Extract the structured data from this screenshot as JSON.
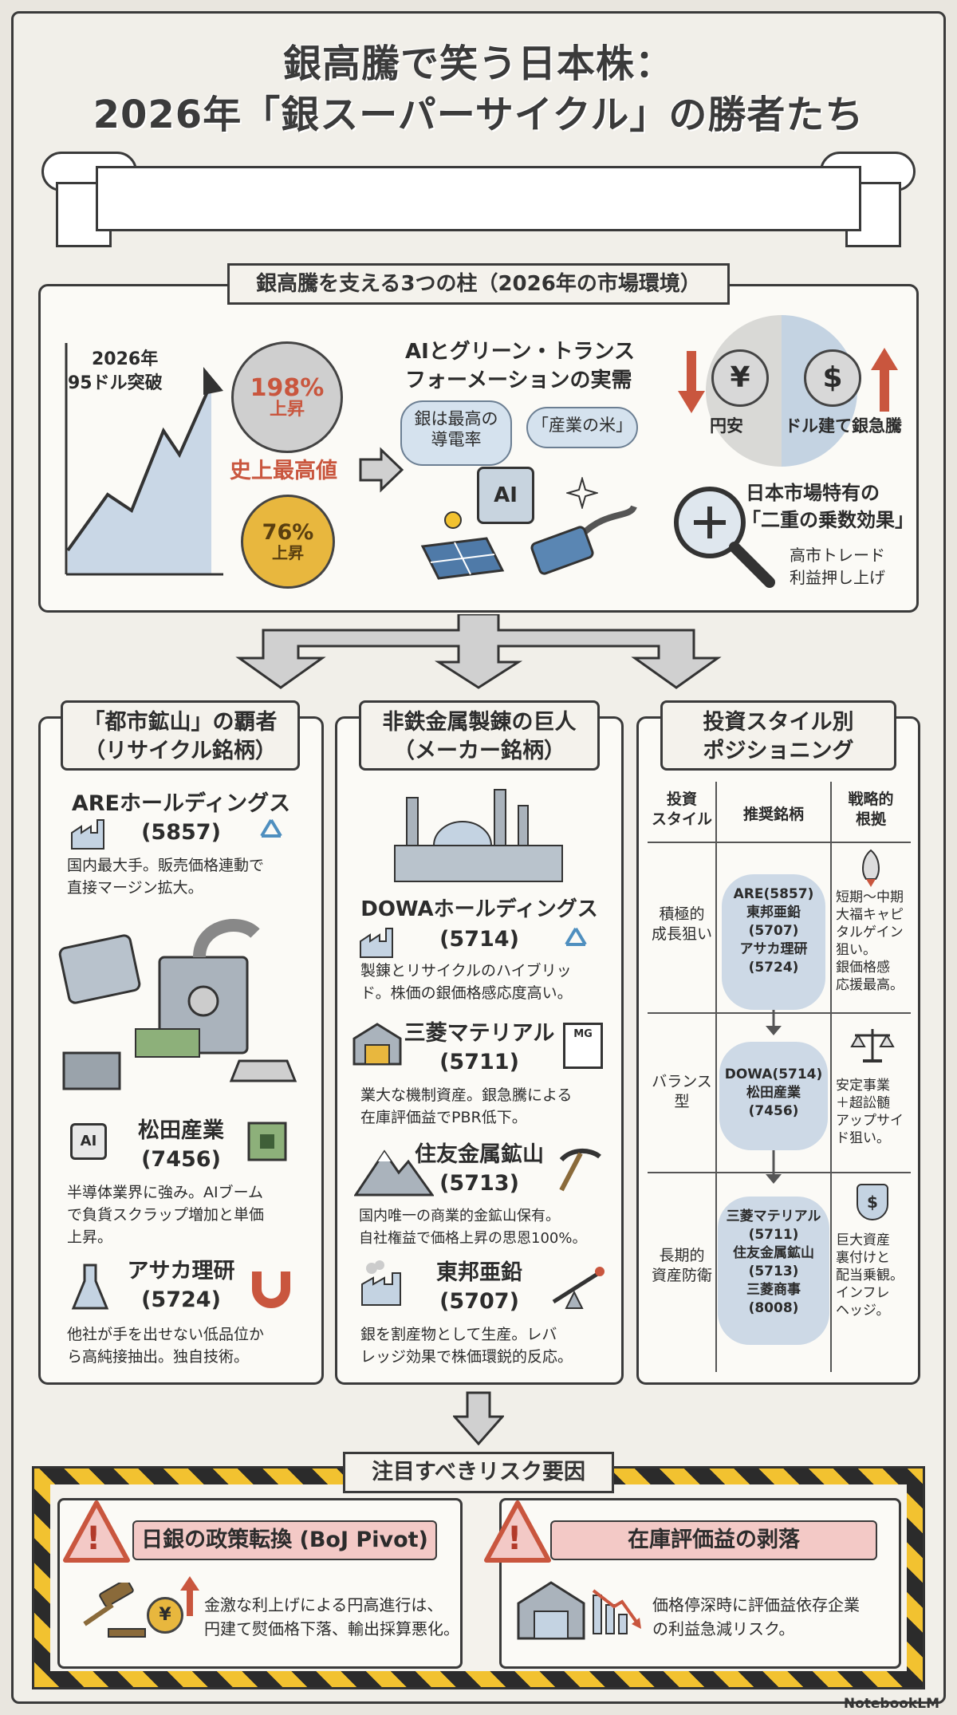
{
  "title": {
    "line1": "銀高騰で笑う日本株：",
    "line2": "2026年「銀スーパーサイクル」の勝者たち"
  },
  "pillars": {
    "label": "銀高騰を支える3つの柱（2026年の市場環境）",
    "chart_label_1": "2026年",
    "chart_label_2": "95ドル突破",
    "coin_silver_1": "198%",
    "coin_silver_2": "上昇",
    "record": "史上最高値",
    "coin_gold_1": "76%",
    "coin_gold_2": "上昇",
    "ai_title_1": "AIとグリーン・トランス",
    "ai_title_2": "フォーメーションの実需",
    "bubble_1a": "銀は最高の",
    "bubble_1b": "導電率",
    "bubble_2": "「産業の米」",
    "chip": "AI",
    "yen_symbol": "¥",
    "dollar_symbol": "$",
    "yen_label": "円安",
    "dollar_label": "ドル建て銀急騰",
    "double_1": "日本市場特有の",
    "double_2": "「二重の乗数効果」",
    "double_3": "高市トレード",
    "double_4": "利益押し上げ"
  },
  "recycle": {
    "title_1": "「都市鉱山」の覇者",
    "title_2": "（リサイクル銘柄）",
    "are_name": "AREホールディングス",
    "are_code": "(5857)",
    "are_desc_1": "国内最大手。販売価格連動で",
    "are_desc_2": "直接マージン拡大。",
    "matsuda_name": "松田産業",
    "matsuda_code": "(7456)",
    "matsuda_desc_1": "半導体業界に強み。AIブーム",
    "matsuda_desc_2": "で負貨スクラップ増加と単価",
    "matsuda_desc_3": "上昇。",
    "asaka_name": "アサカ理研",
    "asaka_code": "(5724)",
    "asaka_desc_1": "他社が手を出せない低品位か",
    "asaka_desc_2": "ら高純接抽出。独自技術。",
    "chip": "AI"
  },
  "smelter": {
    "title_1": "非鉄金属製錬の巨人",
    "title_2": "（メーカー銘柄）",
    "dowa_name": "DOWAホールディングス",
    "dowa_code": "(5714)",
    "dowa_desc_1": "製錬とリサイクルのハイブリッ",
    "dowa_desc_2": "ド。株価の銀価格感応度高い。",
    "mitsu_name": "三菱マテリアル",
    "mitsu_code": "(5711)",
    "mitsu_desc_1": "業大な機制資産。銀急騰による",
    "mitsu_desc_2": "在庫評価益でPBR低下。",
    "sumi_name": "住友金属鉱山",
    "sumi_code": "(5713)",
    "sumi_desc_1": "国内唯一の商業的金鉱山保有。",
    "sumi_desc_2": "自社権益で価格上昇の思恩100%。",
    "toho_name": "東邦亜鉛",
    "toho_code": "(5707)",
    "toho_desc_1": "銀を割産物として生産。レバ",
    "toho_desc_2": "レッジ効果で株価環鋭的反応。",
    "doc_icon": "MG"
  },
  "style": {
    "title_1": "投資スタイル別",
    "title_2": "ポジショニング",
    "head_style": "投資\nスタイル",
    "head_pick": "推奨銘柄",
    "head_reason": "戦略的\n根拠",
    "row1_style": "積極的\n成長狙い",
    "row1_pick": "ARE(5857)\n東邦亜鉛\n(5707)\nアサカ理研\n(5724)",
    "row1_reason": "短期〜中期\n大福キャピ\nタルゲイン\n狙い。\n銀価格感\n応援最高。",
    "row2_style": "バランス\n型",
    "row2_pick": "DOWA(5714)\n松田産業\n(7456)",
    "row2_reason": "安定事業\n＋超訟髄\nアップサイ\nド狙い。",
    "row3_style": "長期的\n資産防衛",
    "row3_pick": "三菱マテリアル\n(5711)\n住友金属鉱山\n(5713)\n三菱商事\n(8008)",
    "row3_reason": "巨大資産\n裏付けと\n配当乗観。\nインフレ\nヘッジ。",
    "dollar_symbol": "$"
  },
  "risk": {
    "label": "注目すべきリスク要因",
    "left_head": "日銀の政策転換 (BoJ Pivot)",
    "left_desc_1": "金激な利上げによる円高進行は、",
    "left_desc_2": "円建て熨価格下落、輸出採算悪化。",
    "right_head": "在庫評価益の剥落",
    "right_desc_1": "価格停深時に評価益依存企業",
    "right_desc_2": "の利益急減リスク。",
    "yen_symbol": "¥",
    "warning_symbol": "!"
  },
  "footer": "NotebookLM",
  "colors": {
    "silver_coin": "#c9c9c9",
    "gold_coin": "#e8b73e",
    "accent_red": "#c9563e",
    "pill_blue": "#cdd9e6"
  }
}
